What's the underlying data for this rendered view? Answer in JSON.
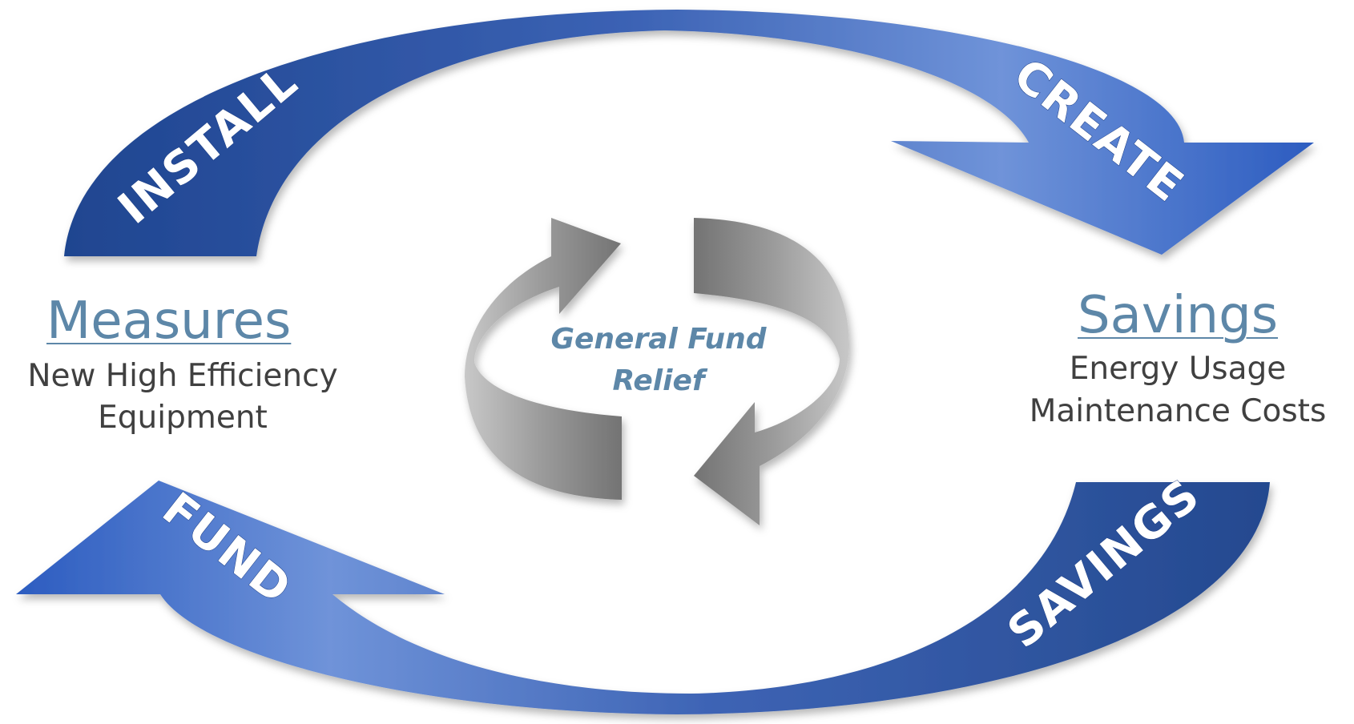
{
  "cycle": {
    "arrows": [
      {
        "id": "install",
        "label": "INSTALL"
      },
      {
        "id": "create",
        "label": "CREATE"
      },
      {
        "id": "savings",
        "label": "SAVINGS"
      },
      {
        "id": "fund",
        "label": "FUND"
      }
    ],
    "measures": {
      "title": "Measures",
      "lines": [
        "New High Efficiency",
        "Equipment"
      ]
    },
    "savings": {
      "title": "Savings",
      "lines": [
        "Energy Usage",
        "Maintenance Costs"
      ]
    },
    "center": {
      "lines": [
        "General Fund",
        "Relief"
      ]
    }
  },
  "colors": {
    "arrow_dark": "#1f4590",
    "arrow_mid": "#3461c1",
    "arrow_light": "#6d93d8",
    "gray_dark": "#6f6f6f",
    "gray_light": "#c4c4c4",
    "caption_blue": "#5d87a8",
    "body_text": "#404040"
  }
}
